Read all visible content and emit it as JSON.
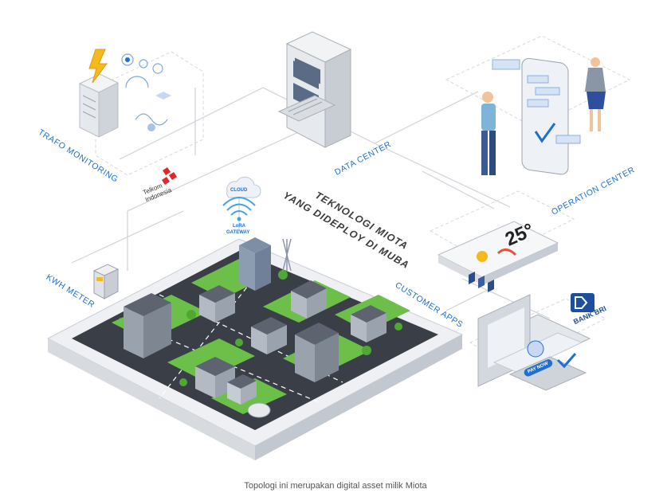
{
  "labels": {
    "trafo_monitoring": "TRAFO MONITORING",
    "data_center": "DATA CENTER",
    "operation_center": "OPERATION CENTER",
    "kwh_meter": "KWH METER",
    "customer_apps": "CUSTOMER APPS"
  },
  "headline": {
    "line1": "TEKNOLOGI MIOTA",
    "line2": "YANG DIDEPLOY DI MUBA"
  },
  "gateway": {
    "cloud": "CLOUD",
    "lora_line1": "LoRA",
    "lora_line2": "GATEWAY"
  },
  "telkom_logo": {
    "line1": "Telkom",
    "line2": "Indonesia"
  },
  "weather_widget": {
    "temperature": "25°"
  },
  "bank_logo": {
    "name": "BANK BRI"
  },
  "payment": {
    "button": "PAY NOW"
  },
  "caption": "Topologi ini merupakan digital asset milik Miota",
  "colors": {
    "accent_blue": "#1e6fd0",
    "line_gray": "#cfd3d8",
    "road": "#3a3f47",
    "grass": "#6cc04a",
    "server": "#e8ebef"
  }
}
